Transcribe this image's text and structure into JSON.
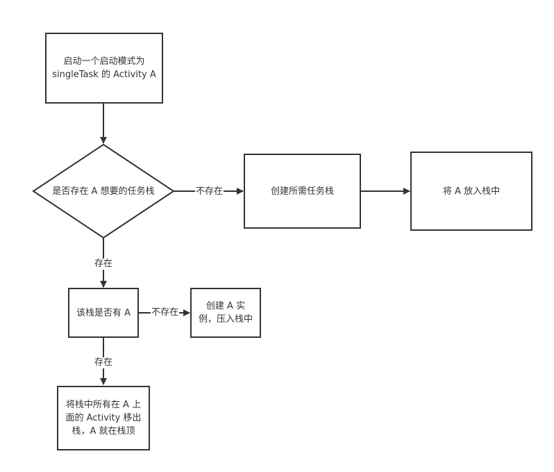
{
  "nodes": {
    "start": {
      "label": "启动一个启动模式为\nsingleTask 的 Activity A"
    },
    "decision_stack": {
      "label": "是否存在 A 想要的任务栈"
    },
    "create_stack": {
      "label": "创建所需任务栈"
    },
    "push_into_stack": {
      "label": "将 A 放入栈中"
    },
    "check_a_in_stack": {
      "label": "该栈是否有 A"
    },
    "create_instance": {
      "label": "创建 A 实\n例，压入栈中"
    },
    "pop_above": {
      "label": "将栈中所有在 A 上\n面的 Activity 移出\n栈，A 就在栈顶"
    }
  },
  "edges": {
    "start_to_decision": {
      "label": ""
    },
    "decision_no": {
      "label": "不存在"
    },
    "create_to_push": {
      "label": ""
    },
    "decision_yes": {
      "label": "存在"
    },
    "check_no": {
      "label": "不存在"
    },
    "check_yes": {
      "label": "存在"
    }
  },
  "colors": {
    "stroke": "#333333",
    "background": "#ffffff",
    "text": "#333333"
  }
}
